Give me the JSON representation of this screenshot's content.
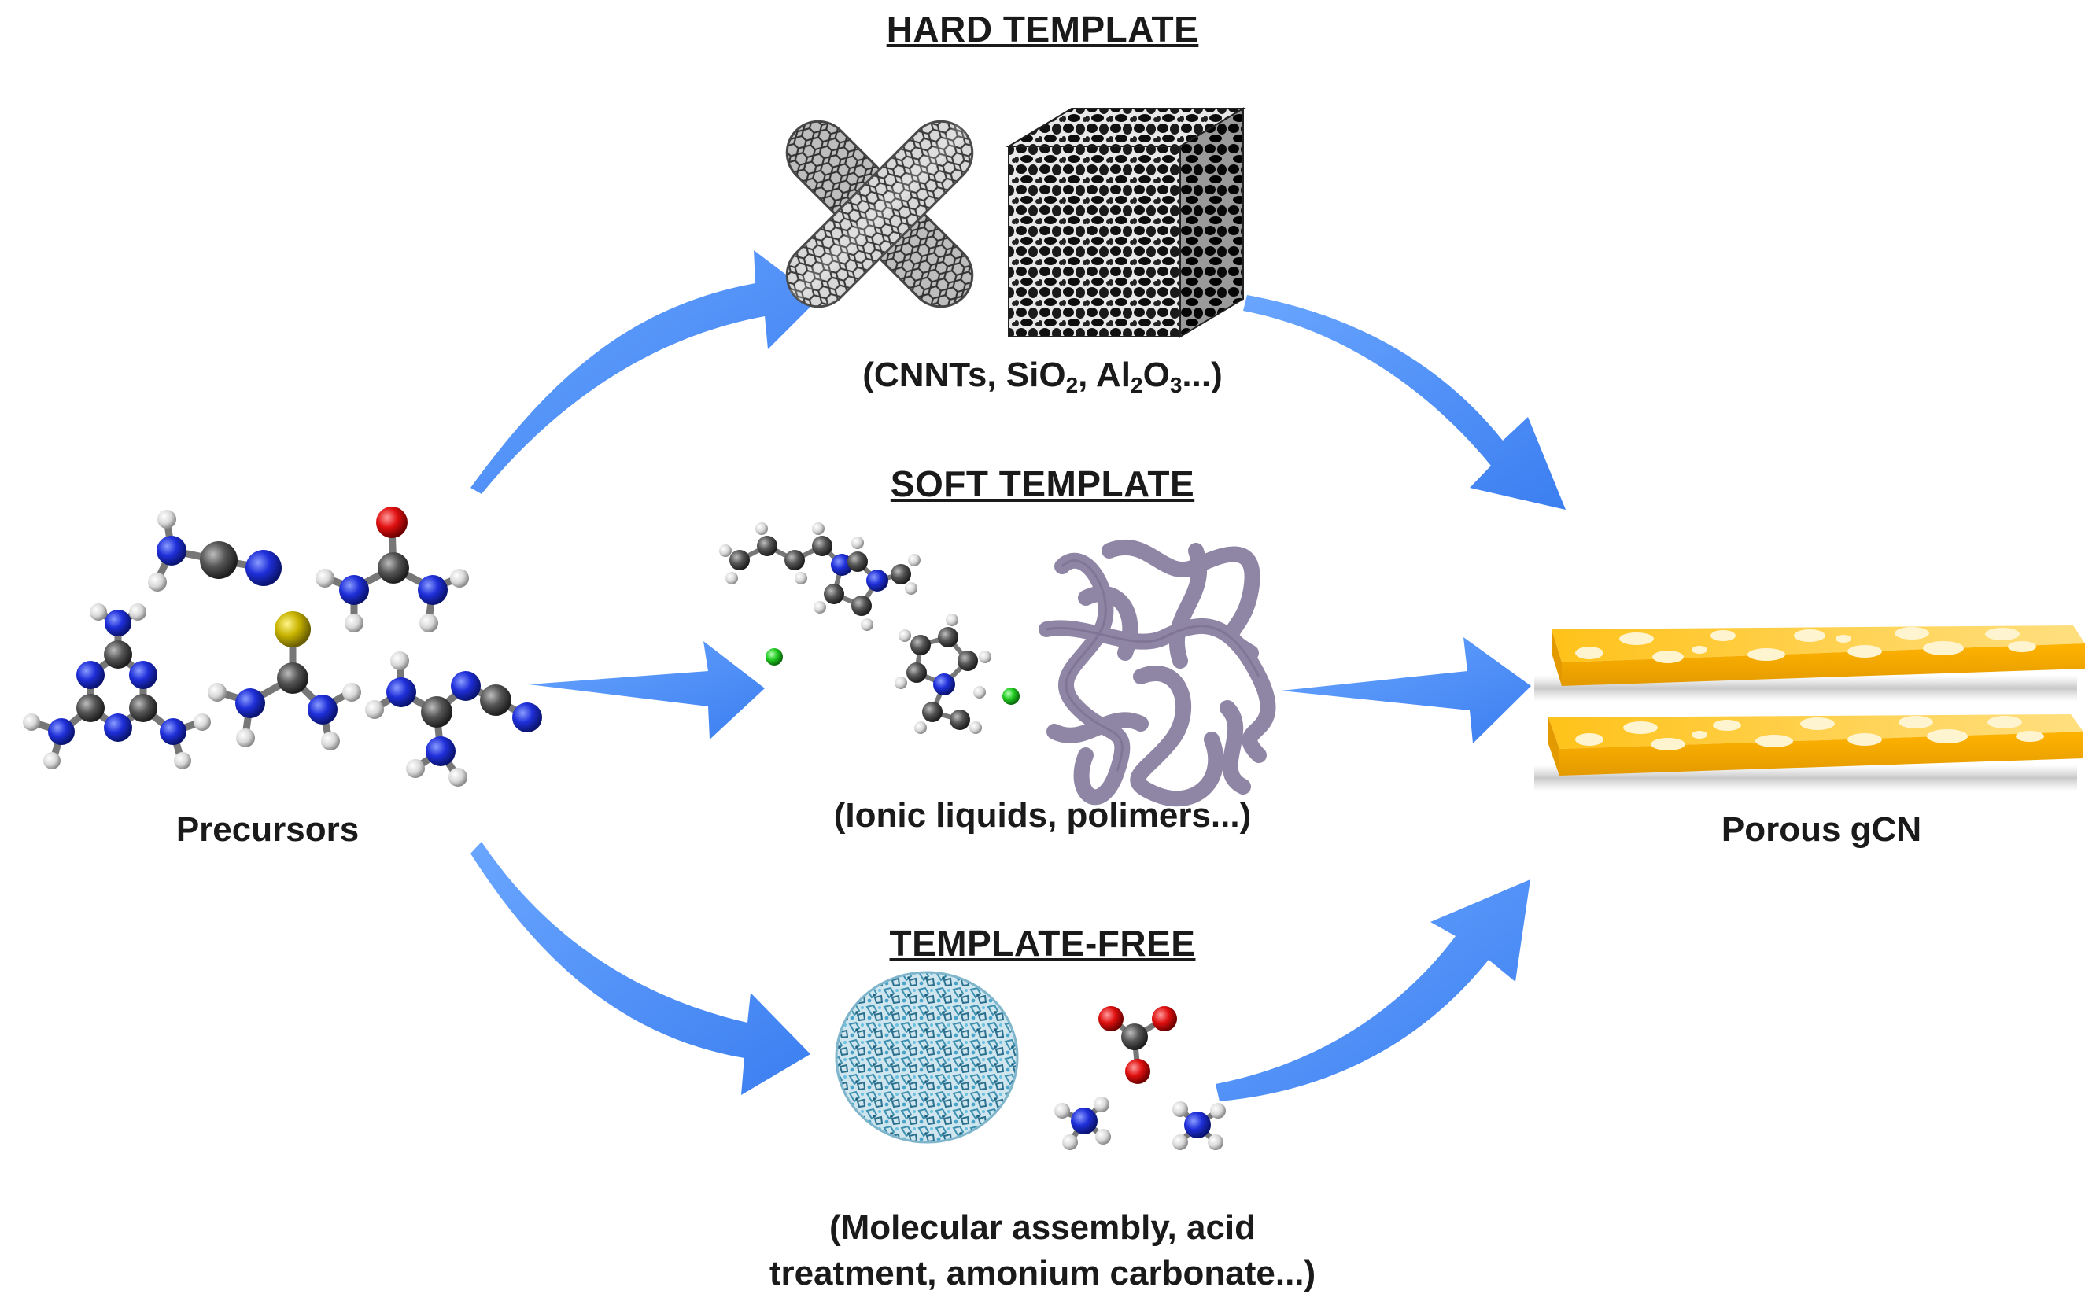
{
  "diagram": {
    "headings": {
      "hard_template": "HARD TEMPLATE",
      "soft_template": "SOFT TEMPLATE",
      "template_free": "TEMPLATE-FREE"
    },
    "captions": {
      "hard_examples_1": "(CNNTs, SiO",
      "hard_examples_sub1": "2",
      "hard_examples_2": ", Al",
      "hard_examples_sub2": "2",
      "hard_examples_3": "O",
      "hard_examples_sub3": "3",
      "hard_examples_4": "...)",
      "soft_examples": "(Ionic liquids, polimers...)",
      "free_examples_line1": "(Molecular assembly, acid",
      "free_examples_line2": "treatment, amonium carbonate...)"
    },
    "nodes": {
      "precursors": "Precursors",
      "product": "Porous gCN"
    },
    "colors": {
      "arrow": "#4f8ff5",
      "nitrogen": "#1f2fd9",
      "carbon": "#555555",
      "hydrogen": "#dddddd",
      "oxygen": "#e01010",
      "sulfur": "#c8b400",
      "chloride": "#22cc22",
      "polymer": "#8a7fa0",
      "sheet": "#ffc928"
    },
    "icons": [
      "carbon-nanotubes-icon",
      "porous-silica-cube-icon",
      "ionic-liquid-molecule-icon",
      "polymer-network-icon",
      "molecular-assembly-icon",
      "ammonium-carbonate-icon",
      "precursor-molecules-icon",
      "porous-sheets-icon"
    ]
  }
}
